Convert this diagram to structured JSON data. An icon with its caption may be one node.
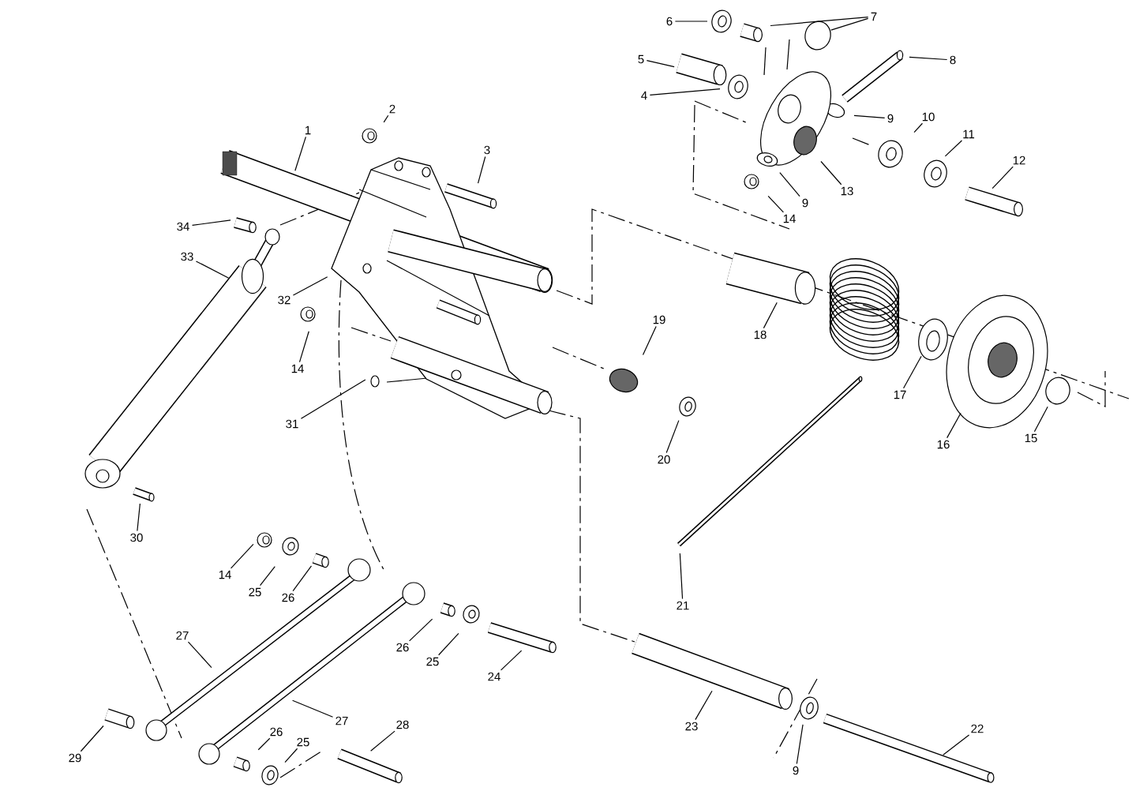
{
  "diagram": {
    "nodes": [
      {
        "text": [
          "1"
        ]
      },
      {
        "text": [
          "2"
        ]
      },
      {
        "text": [
          "3"
        ]
      },
      {
        "text": [
          "4"
        ]
      },
      {
        "text": [
          "5"
        ]
      },
      {
        "text": [
          "6"
        ]
      },
      {
        "text": [
          "7"
        ]
      },
      {
        "text": [
          "8"
        ]
      },
      {
        "text": [
          "9"
        ]
      },
      {
        "text": [
          "10"
        ]
      },
      {
        "text": [
          "11"
        ]
      },
      {
        "text": [
          "12"
        ]
      },
      {
        "text": [
          "13"
        ]
      },
      {
        "text": [
          "9"
        ]
      },
      {
        "text": [
          "14"
        ]
      },
      {
        "text": [
          "34"
        ]
      },
      {
        "text": [
          "33"
        ]
      },
      {
        "text": [
          "32"
        ]
      },
      {
        "text": [
          "14"
        ]
      },
      {
        "text": [
          "31"
        ]
      },
      {
        "text": [
          "19"
        ]
      },
      {
        "text": [
          "18"
        ]
      },
      {
        "text": [
          "17"
        ]
      },
      {
        "text": [
          "16"
        ]
      },
      {
        "text": [
          "15"
        ]
      },
      {
        "text": [
          "20"
        ]
      },
      {
        "text": [
          "30"
        ]
      },
      {
        "text": [
          "14"
        ]
      },
      {
        "text": [
          "25"
        ]
      },
      {
        "text": [
          "26"
        ]
      },
      {
        "text": [
          "21"
        ]
      },
      {
        "text": [
          "27"
        ]
      },
      {
        "text": [
          "26"
        ]
      },
      {
        "text": [
          "25"
        ]
      },
      {
        "text": [
          "24"
        ]
      },
      {
        "text": [
          "23"
        ]
      },
      {
        "text": [
          "27"
        ]
      },
      {
        "text": [
          "28"
        ]
      },
      {
        "text": [
          "22"
        ]
      },
      {
        "text": [
          "29"
        ]
      },
      {
        "text": [
          "26"
        ]
      },
      {
        "text": [
          "25"
        ]
      },
      {
        "text": [
          "9"
        ]
      }
    ],
    "edges": [
      {
        "from": 0,
        "to": null,
        "arrow": "none"
      },
      {
        "from": 1,
        "to": null,
        "arrow": "none"
      },
      {
        "from": 2,
        "to": null,
        "arrow": "none"
      },
      {
        "from": 3,
        "to": null,
        "arrow": "none"
      },
      {
        "from": 4,
        "to": null,
        "arrow": "none"
      },
      {
        "from": 5,
        "to": null,
        "arrow": "none"
      },
      {
        "from": 6,
        "to": null,
        "arrow": "none"
      },
      {
        "from": 6,
        "to": null,
        "arrow": "none"
      },
      {
        "from": 7,
        "to": null,
        "arrow": "none"
      },
      {
        "from": 8,
        "to": null,
        "arrow": "none"
      },
      {
        "from": 9,
        "to": null,
        "arrow": "none"
      },
      {
        "from": 10,
        "to": null,
        "arrow": "none"
      },
      {
        "from": 11,
        "to": null,
        "arrow": "none"
      },
      {
        "from": 12,
        "to": null,
        "arrow": "none"
      },
      {
        "from": 13,
        "to": null,
        "arrow": "none"
      },
      {
        "from": 14,
        "to": null,
        "arrow": "none"
      },
      {
        "from": 15,
        "to": null,
        "arrow": "none"
      },
      {
        "from": 16,
        "to": null,
        "arrow": "none"
      },
      {
        "from": 17,
        "to": null,
        "arrow": "none"
      },
      {
        "from": 18,
        "to": null,
        "arrow": "none"
      },
      {
        "from": 19,
        "to": null,
        "arrow": "none"
      },
      {
        "from": 20,
        "to": null,
        "arrow": "none"
      },
      {
        "from": 21,
        "to": null,
        "arrow": "none"
      },
      {
        "from": 22,
        "to": null,
        "arrow": "none"
      },
      {
        "from": 23,
        "to": null,
        "arrow": "none"
      },
      {
        "from": 24,
        "to": null,
        "arrow": "none"
      },
      {
        "from": 25,
        "to": null,
        "arrow": "none"
      },
      {
        "from": 26,
        "to": null,
        "arrow": "none"
      },
      {
        "from": 27,
        "to": null,
        "arrow": "none"
      },
      {
        "from": 28,
        "to": null,
        "arrow": "none"
      },
      {
        "from": 29,
        "to": null,
        "arrow": "none"
      },
      {
        "from": 30,
        "to": null,
        "arrow": "none"
      },
      {
        "from": 31,
        "to": null,
        "arrow": "none"
      },
      {
        "from": 32,
        "to": null,
        "arrow": "none"
      },
      {
        "from": 33,
        "to": null,
        "arrow": "none"
      },
      {
        "from": 34,
        "to": null,
        "arrow": "none"
      },
      {
        "from": 35,
        "to": null,
        "arrow": "none"
      },
      {
        "from": 36,
        "to": null,
        "arrow": "none"
      },
      {
        "from": 37,
        "to": null,
        "arrow": "none"
      },
      {
        "from": 38,
        "to": null,
        "arrow": "none"
      },
      {
        "from": 39,
        "to": null,
        "arrow": "none"
      },
      {
        "from": 40,
        "to": null,
        "arrow": "none"
      },
      {
        "from": 41,
        "to": null,
        "arrow": "none"
      },
      {
        "from": 42,
        "to": null,
        "arrow": "none"
      }
    ]
  }
}
